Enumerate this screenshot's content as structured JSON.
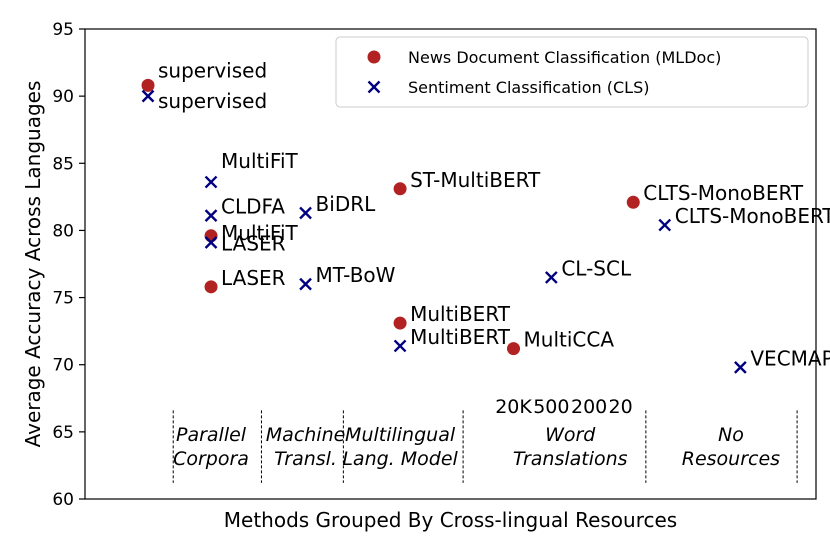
{
  "chart_data": {
    "type": "scatter",
    "xlabel": "Methods Grouped By Cross-lingual Resources",
    "ylabel": "Average Accuracy Across Languages",
    "ylim": [
      60,
      95
    ],
    "yticks": [
      "60",
      "65",
      "70",
      "75",
      "80",
      "85",
      "90",
      "95"
    ],
    "grid": false,
    "legend_position": "top-right",
    "series": [
      {
        "name": "News Document Classification (MLDoc)",
        "marker": "circle",
        "color": "#b22222",
        "points": [
          {
            "x": 1,
            "y": 90.8,
            "label": "supervised"
          },
          {
            "x": 2,
            "y": 79.6,
            "label": "MultiFiT"
          },
          {
            "x": 2,
            "y": 75.8,
            "label": "LASER"
          },
          {
            "x": 5,
            "y": 83.1,
            "label": "ST-MultiBERT"
          },
          {
            "x": 5,
            "y": 73.1,
            "label": "MultiBERT"
          },
          {
            "x": 6.8,
            "y": 71.2,
            "label": "MultiCCA"
          },
          {
            "x": 8.7,
            "y": 82.1,
            "label": "CLTS-MonoBERT"
          }
        ]
      },
      {
        "name": "Sentiment Classification (CLS)",
        "marker": "x",
        "color": "#000080",
        "points": [
          {
            "x": 1,
            "y": 90.0,
            "label": "supervised"
          },
          {
            "x": 2,
            "y": 83.6,
            "label": "MultiFiT"
          },
          {
            "x": 2,
            "y": 81.1,
            "label": "CLDFA"
          },
          {
            "x": 2,
            "y": 79.1,
            "label": "LASER"
          },
          {
            "x": 3.5,
            "y": 81.3,
            "label": "BiDRL"
          },
          {
            "x": 3.5,
            "y": 76.0,
            "label": "MT-BoW"
          },
          {
            "x": 5,
            "y": 71.4,
            "label": "MultiBERT"
          },
          {
            "x": 7.4,
            "y": 76.5,
            "label": "CL-SCL"
          },
          {
            "x": 9.2,
            "y": 80.4,
            "label": "CLTS-MonoBERT"
          },
          {
            "x": 10.4,
            "y": 69.8,
            "label": "VECMAP"
          }
        ]
      }
    ],
    "groups": [
      {
        "label_lines": [
          "Parallel",
          "Corpora"
        ],
        "center": 2
      },
      {
        "label_lines": [
          "Machine",
          "Transl."
        ],
        "center": 3.5
      },
      {
        "label_lines": [
          "Multilingual",
          "Lang. Model"
        ],
        "center": 5
      },
      {
        "label_lines": [
          "Word",
          "Translations"
        ],
        "center": 7.7
      },
      {
        "label_lines": [
          "No",
          "Resources"
        ],
        "center": 10.25
      }
    ],
    "group_separators": [
      1.4,
      2.8,
      4.1,
      6.0,
      8.9,
      11.3
    ],
    "word_translation_sizes": [
      {
        "label": "20K",
        "x": 6.8
      },
      {
        "label": "500",
        "x": 7.4
      },
      {
        "label": "200",
        "x": 8.0
      },
      {
        "label": "20",
        "x": 8.5
      }
    ]
  }
}
